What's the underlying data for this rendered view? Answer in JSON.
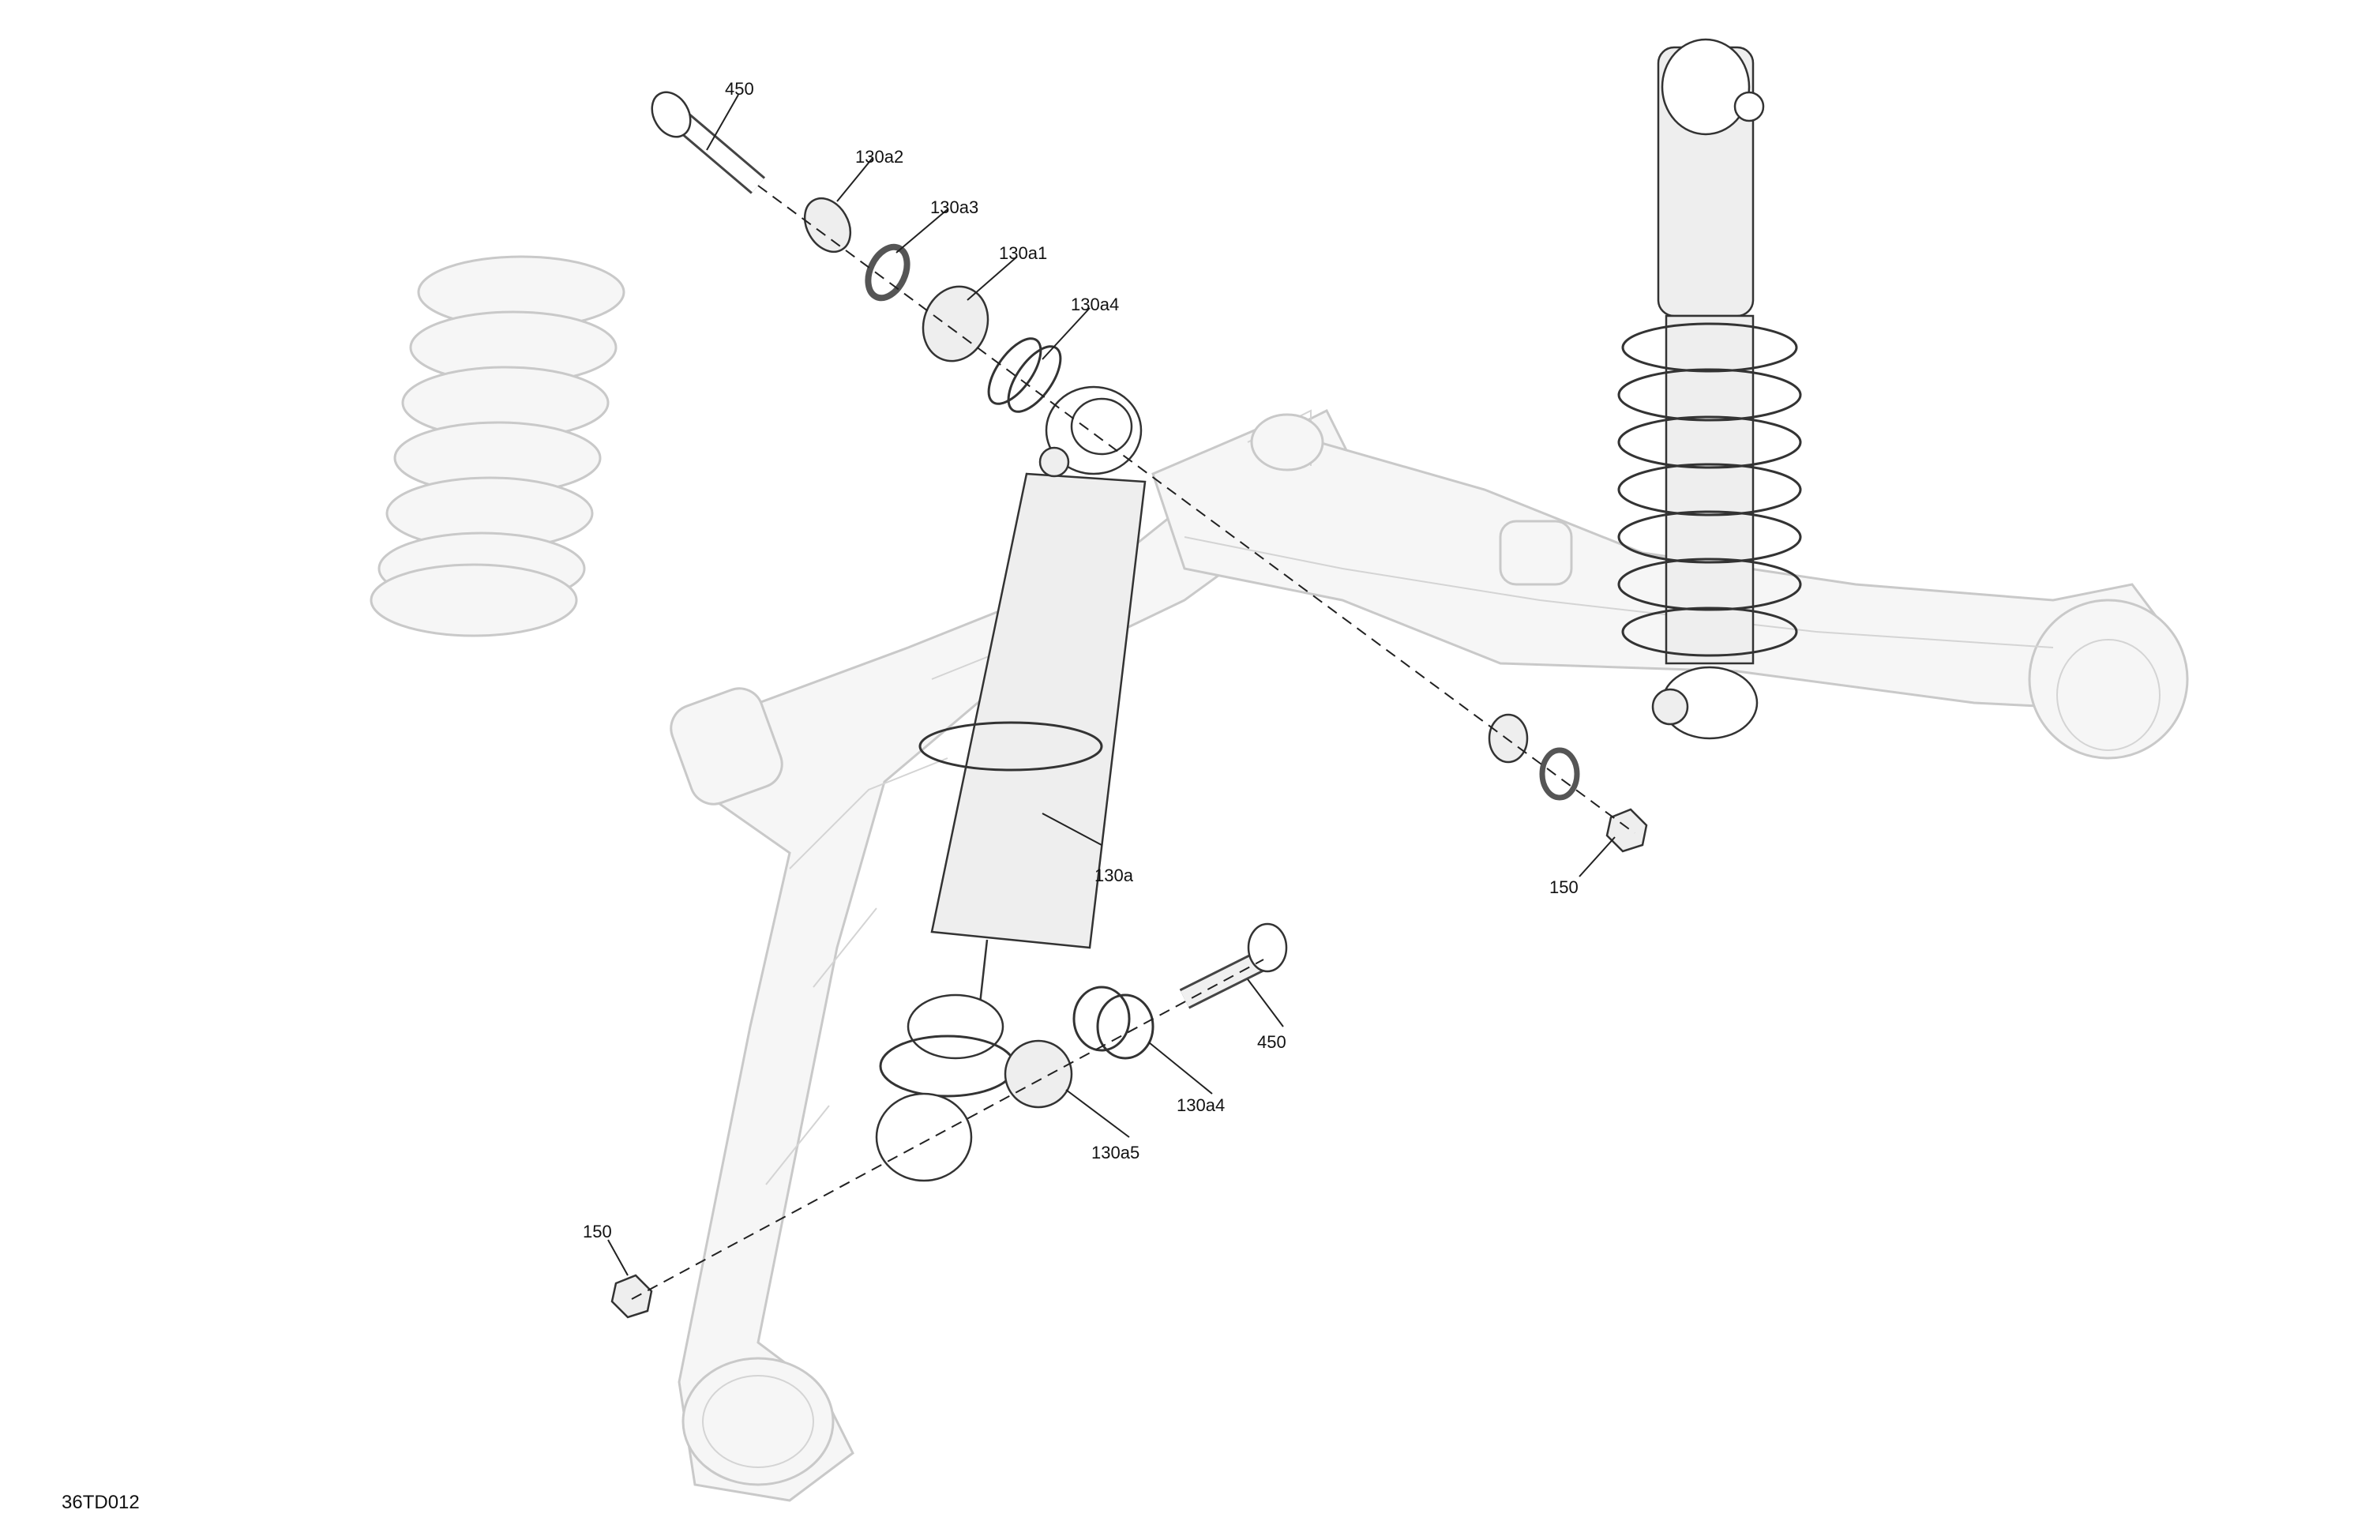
{
  "diagram": {
    "code": "36TD012",
    "callouts": [
      {
        "id": "bolt-top",
        "label": "450"
      },
      {
        "id": "bushing-top",
        "label": "130a2"
      },
      {
        "id": "washer-top",
        "label": "130a3"
      },
      {
        "id": "bearing-top",
        "label": "130a1"
      },
      {
        "id": "clip-top",
        "label": "130a4"
      },
      {
        "id": "shock",
        "label": "130a"
      },
      {
        "id": "nut-right",
        "label": "150"
      },
      {
        "id": "bolt-lower",
        "label": "450"
      },
      {
        "id": "clip-lower",
        "label": "130a4"
      },
      {
        "id": "bearing-lower",
        "label": "130a5"
      },
      {
        "id": "nut-left",
        "label": "150"
      }
    ]
  }
}
